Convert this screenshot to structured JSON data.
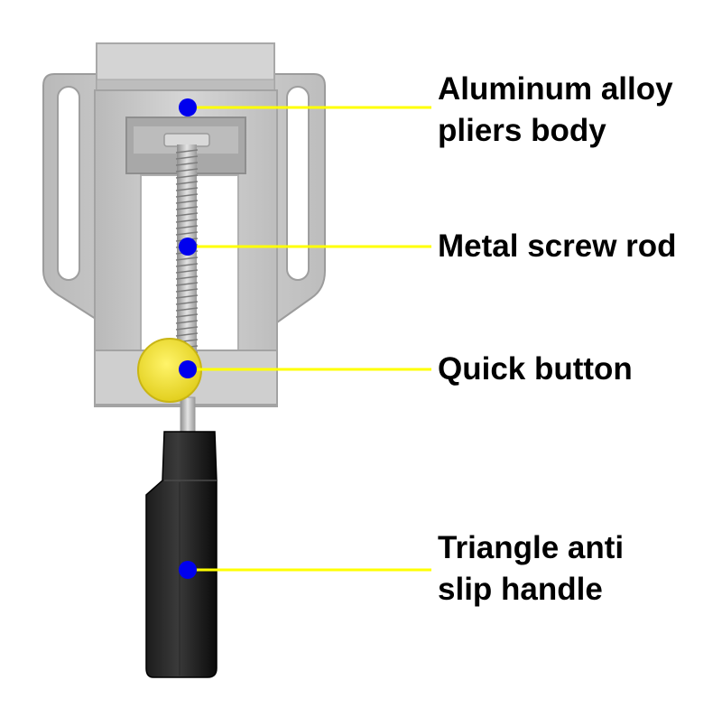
{
  "colors": {
    "background": "#ffffff",
    "callout_line": "#ffff00",
    "callout_dot": "#0000ee",
    "label_text": "#000000",
    "body_metal": "#c9c9c9",
    "screw": "#b5b5b5",
    "button": "#f2e33c",
    "handle": "#111111"
  },
  "callouts": [
    {
      "id": "pliers-body",
      "lines": [
        "Aluminum alloy",
        "pliers body"
      ]
    },
    {
      "id": "screw-rod",
      "lines": [
        "Metal screw rod"
      ]
    },
    {
      "id": "quick-button",
      "lines": [
        "Quick button"
      ]
    },
    {
      "id": "handle",
      "lines": [
        "Triangle anti",
        "slip handle"
      ]
    }
  ]
}
